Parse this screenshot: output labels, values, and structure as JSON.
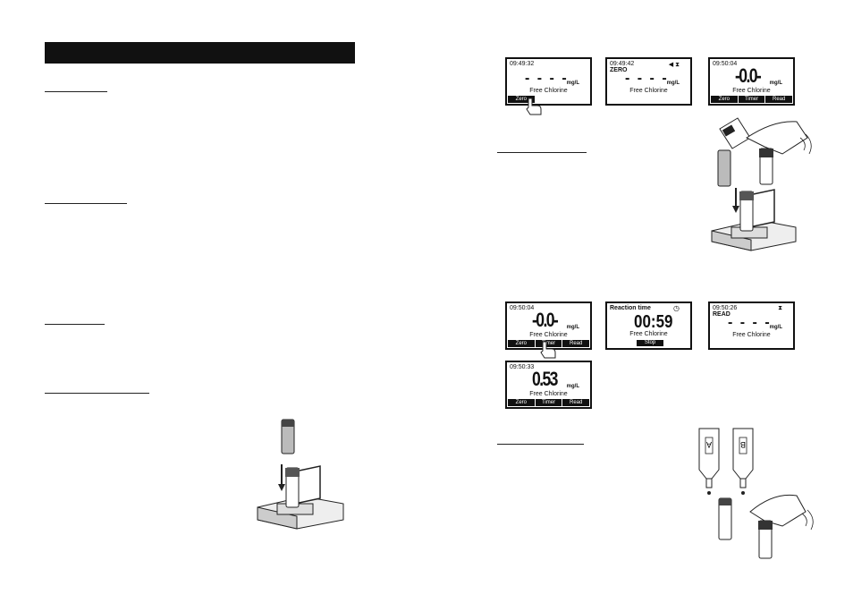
{
  "units": "mg/L",
  "parameter": "Free Chlorine",
  "softkeys": {
    "zero": "Zero",
    "timer": "Timer",
    "read": "Read"
  },
  "screens": {
    "s1": {
      "time": "09:49:32",
      "reading": "- - - -"
    },
    "s2": {
      "time": "09:49:42",
      "mode": "ZERO",
      "icons": "◀ ⧗",
      "reading": "- - - -"
    },
    "s3": {
      "time": "09:50:04",
      "reading": "-0.0-"
    },
    "s4": {
      "time": "09:50:04",
      "reading": "-0.0-"
    },
    "s5": {
      "title": "Reaction time",
      "icon": "◷",
      "countdown": "00:59",
      "stop": "Stop"
    },
    "s6": {
      "time": "09:50:26",
      "mode": "READ",
      "icon": "⧗",
      "reading": "- - - -"
    },
    "s7": {
      "time": "09:50:33",
      "reading": "0.53"
    }
  },
  "reagent_labels": {
    "a": "A",
    "b": "B"
  }
}
